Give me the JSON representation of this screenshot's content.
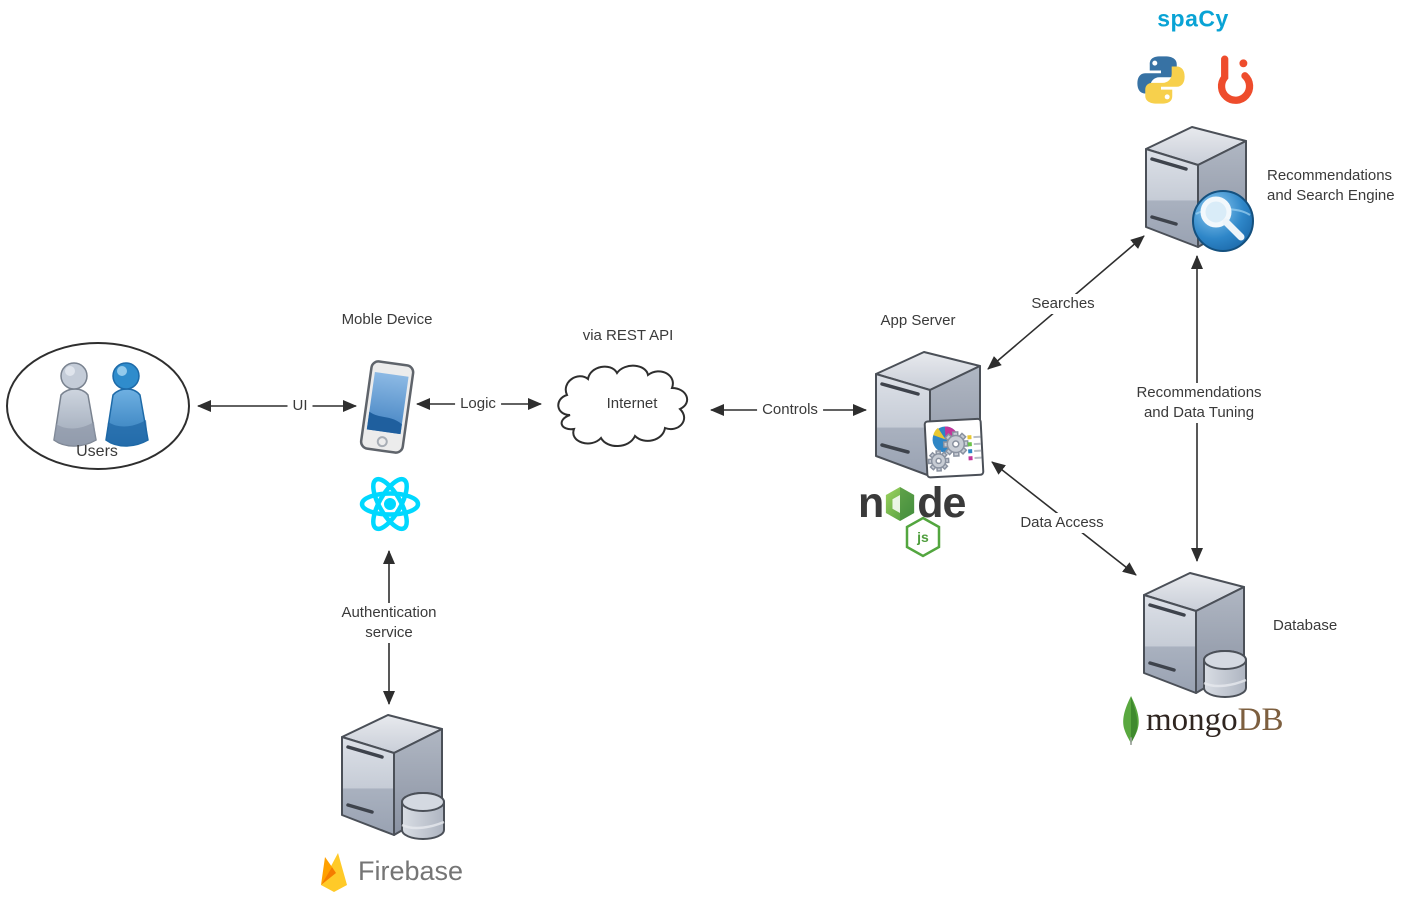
{
  "diagram": {
    "labels": {
      "users": "Users",
      "mobile_device": "Moble Device",
      "internet": "Internet",
      "via_rest_api": "via REST API",
      "app_server": "App Server",
      "search_engine_line1": "Recommendations",
      "search_engine_line2": "and Search Engine",
      "database": "Database",
      "auth_line1": "Authentication",
      "auth_line2": "service"
    },
    "edges": {
      "ui": "UI",
      "logic": "Logic",
      "controls": "Controls",
      "searches": "Searches",
      "data_access": "Data Access",
      "rec_tuning_line1": "Recommendations",
      "rec_tuning_line2": "and Data Tuning"
    },
    "logos": {
      "spacy": "spaCy",
      "firebase": "Firebase",
      "mongo": "mongo",
      "mongo_db": "DB",
      "node_n": "n",
      "node_de": "de",
      "node_js": "js"
    },
    "icons": [
      "users-figures-icon",
      "smartphone-icon",
      "react-logo-icon",
      "cloud-icon",
      "server-tower-icon",
      "app-card-icon",
      "globe-magnifier-icon",
      "database-cylinder-icon",
      "node-hexagon-icon",
      "python-logo-icon",
      "pytorch-logo-icon",
      "mongodb-leaf-icon",
      "firebase-flame-icon"
    ],
    "colors": {
      "spacy_blue": "#09A3D5",
      "react_cyan": "#00D8FF",
      "pytorch_orange": "#EE4C2C",
      "node_green": "#6CC24A",
      "mongo_leaf_green": "#4FAA41",
      "mongo_text_brown": "#2F2520",
      "mongo_db_brown": "#7D5F3F",
      "firebase_amber": "#FFCA28",
      "firebase_orange": "#FFA000",
      "firebase_text_gray": "#757575",
      "server_gray": "#C3C9D3",
      "arrow_black": "#2E2E2E"
    }
  }
}
